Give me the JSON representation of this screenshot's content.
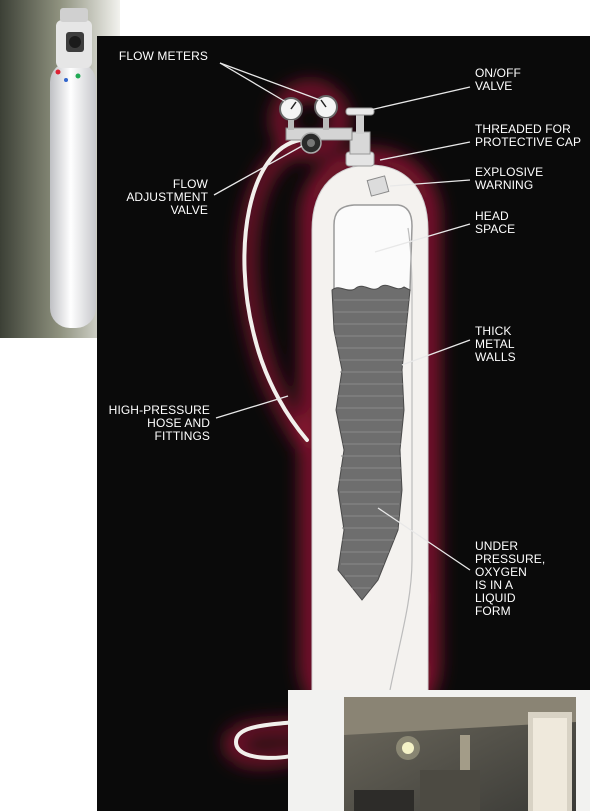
{
  "labels": {
    "flow_meters": "FLOW METERS",
    "on_off_valve": "ON/OFF\nVALVE",
    "threaded_cap": "THREADED FOR\nPROTECTIVE CAP",
    "explosive_warning": "EXPLOSIVE\nWARNING",
    "flow_adjustment_valve": "FLOW\nADJUSTMENT\nVALVE",
    "head_space": "HEAD\nSPACE",
    "thick_metal_walls": "THICK\nMETAL\nWALLS",
    "high_pressure_hose": "HIGH-PRESSURE\nHOSE AND\nFITTINGS",
    "under_pressure": "UNDER\nPRESSURE,\nOXYGEN\nIS IN A\nLIQUID\nFORM"
  },
  "colors": {
    "panel_background": "#0a0a0a",
    "glow": "#8a1230",
    "cylinder": "#f4f2ef",
    "liquid": "#6e6e6e",
    "label_text": "#ffffff"
  }
}
